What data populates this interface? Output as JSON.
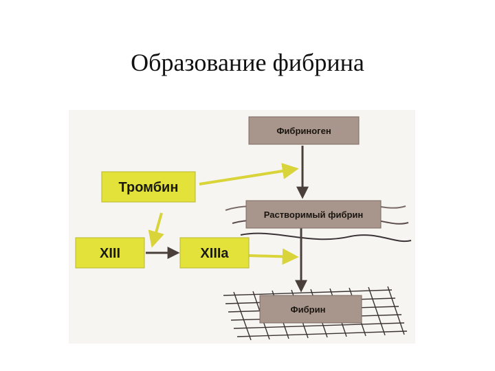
{
  "title": "Образование фибрина",
  "nodes": {
    "fibrinogen": "Фибриноген",
    "thrombin": "Тромбин",
    "soluble_fibrin": "Растворимый фибрин",
    "xiii": "XIII",
    "xiiia": "XIIIa",
    "fibrin": "Фибрин"
  },
  "colors": {
    "brown_box": "#a8968c",
    "yellow_box": "#e3e23a",
    "arrow_yellow": "#d8d43a",
    "arrow_dark": "#4a3f3a",
    "background": "#f6f5f1"
  }
}
